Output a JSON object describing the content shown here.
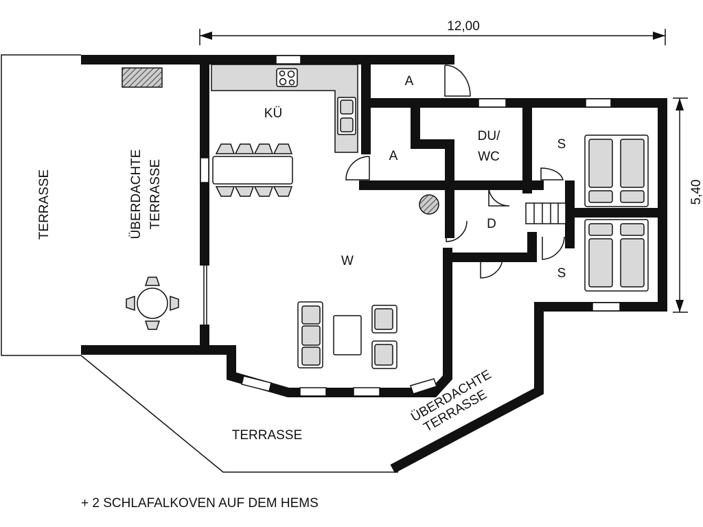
{
  "dimensions": {
    "width_label": "12,00",
    "height_label": "5,40"
  },
  "rooms": {
    "kitchen": "KÜ",
    "storage_top": "A",
    "storage_mid": "A",
    "bath": [
      "DU/",
      "WC"
    ],
    "bedroom_top": "S",
    "bedroom_bottom": "S",
    "hall": "D",
    "living": "W",
    "terrace_left": "TERRASSE",
    "covered_terrace_left": [
      "ÜBERDACHTE",
      "TERRASSE"
    ],
    "terrace_bottom": "TERRASSE",
    "covered_terrace_right": [
      "ÜBERDACHTE",
      "TERRASSE"
    ]
  },
  "footnote": "+ 2 SCHLAFALKOVEN AUF DEM HEMS"
}
